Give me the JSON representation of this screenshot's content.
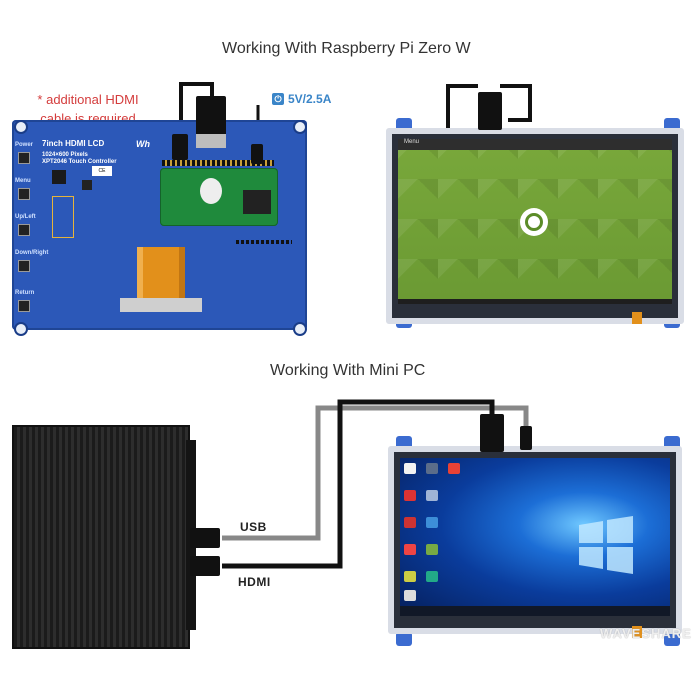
{
  "titles": {
    "top": "Working With Raspberry Pi Zero W",
    "bottom": "Working With Mini PC"
  },
  "note": {
    "line1": "* additional HDMI",
    "line2": "cable is required"
  },
  "power": {
    "label": "5V/2.5A",
    "icon": "power-icon"
  },
  "board": {
    "model": "7inch HDMI LCD",
    "resolution": "1024×600 Pixels",
    "controller": "XPT2046 Touch Controller",
    "brand": "Wh",
    "buttons": [
      "Power",
      "Menu",
      "Up/Left",
      "Down/Right",
      "Return"
    ]
  },
  "connections": {
    "usb": "USB",
    "hdmi": "HDMI"
  },
  "ubuntu_screen": {
    "menu_label": "Menu"
  },
  "watermark": "WAVESHARE",
  "colors": {
    "board_blue": "#2c58b8",
    "note_red": "#d43c3c",
    "power_blue": "#3a85c8",
    "ubuntu_green": "#79a83b",
    "windows_blue": "#1c6ed6"
  }
}
